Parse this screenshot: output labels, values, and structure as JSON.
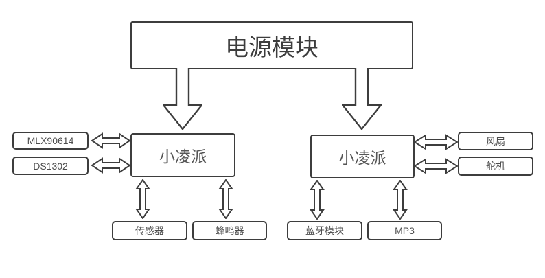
{
  "diagram": {
    "title_node": "电源模块",
    "nodes": {
      "power": "电源模块",
      "controller_left": "小凌派",
      "controller_right": "小凌派",
      "mlx90614": "MLX90614",
      "ds1302": "DS1302",
      "sensor": "传感器",
      "buzzer": "蜂鸣器",
      "bluetooth": "蓝牙模块",
      "mp3": "MP3",
      "fan": "风扇",
      "servo": "舵机"
    },
    "colors": {
      "line": "#3d3d3d",
      "box_fill": "#ffffff",
      "text": "#4d4d4d",
      "background": "#ffffff"
    }
  }
}
